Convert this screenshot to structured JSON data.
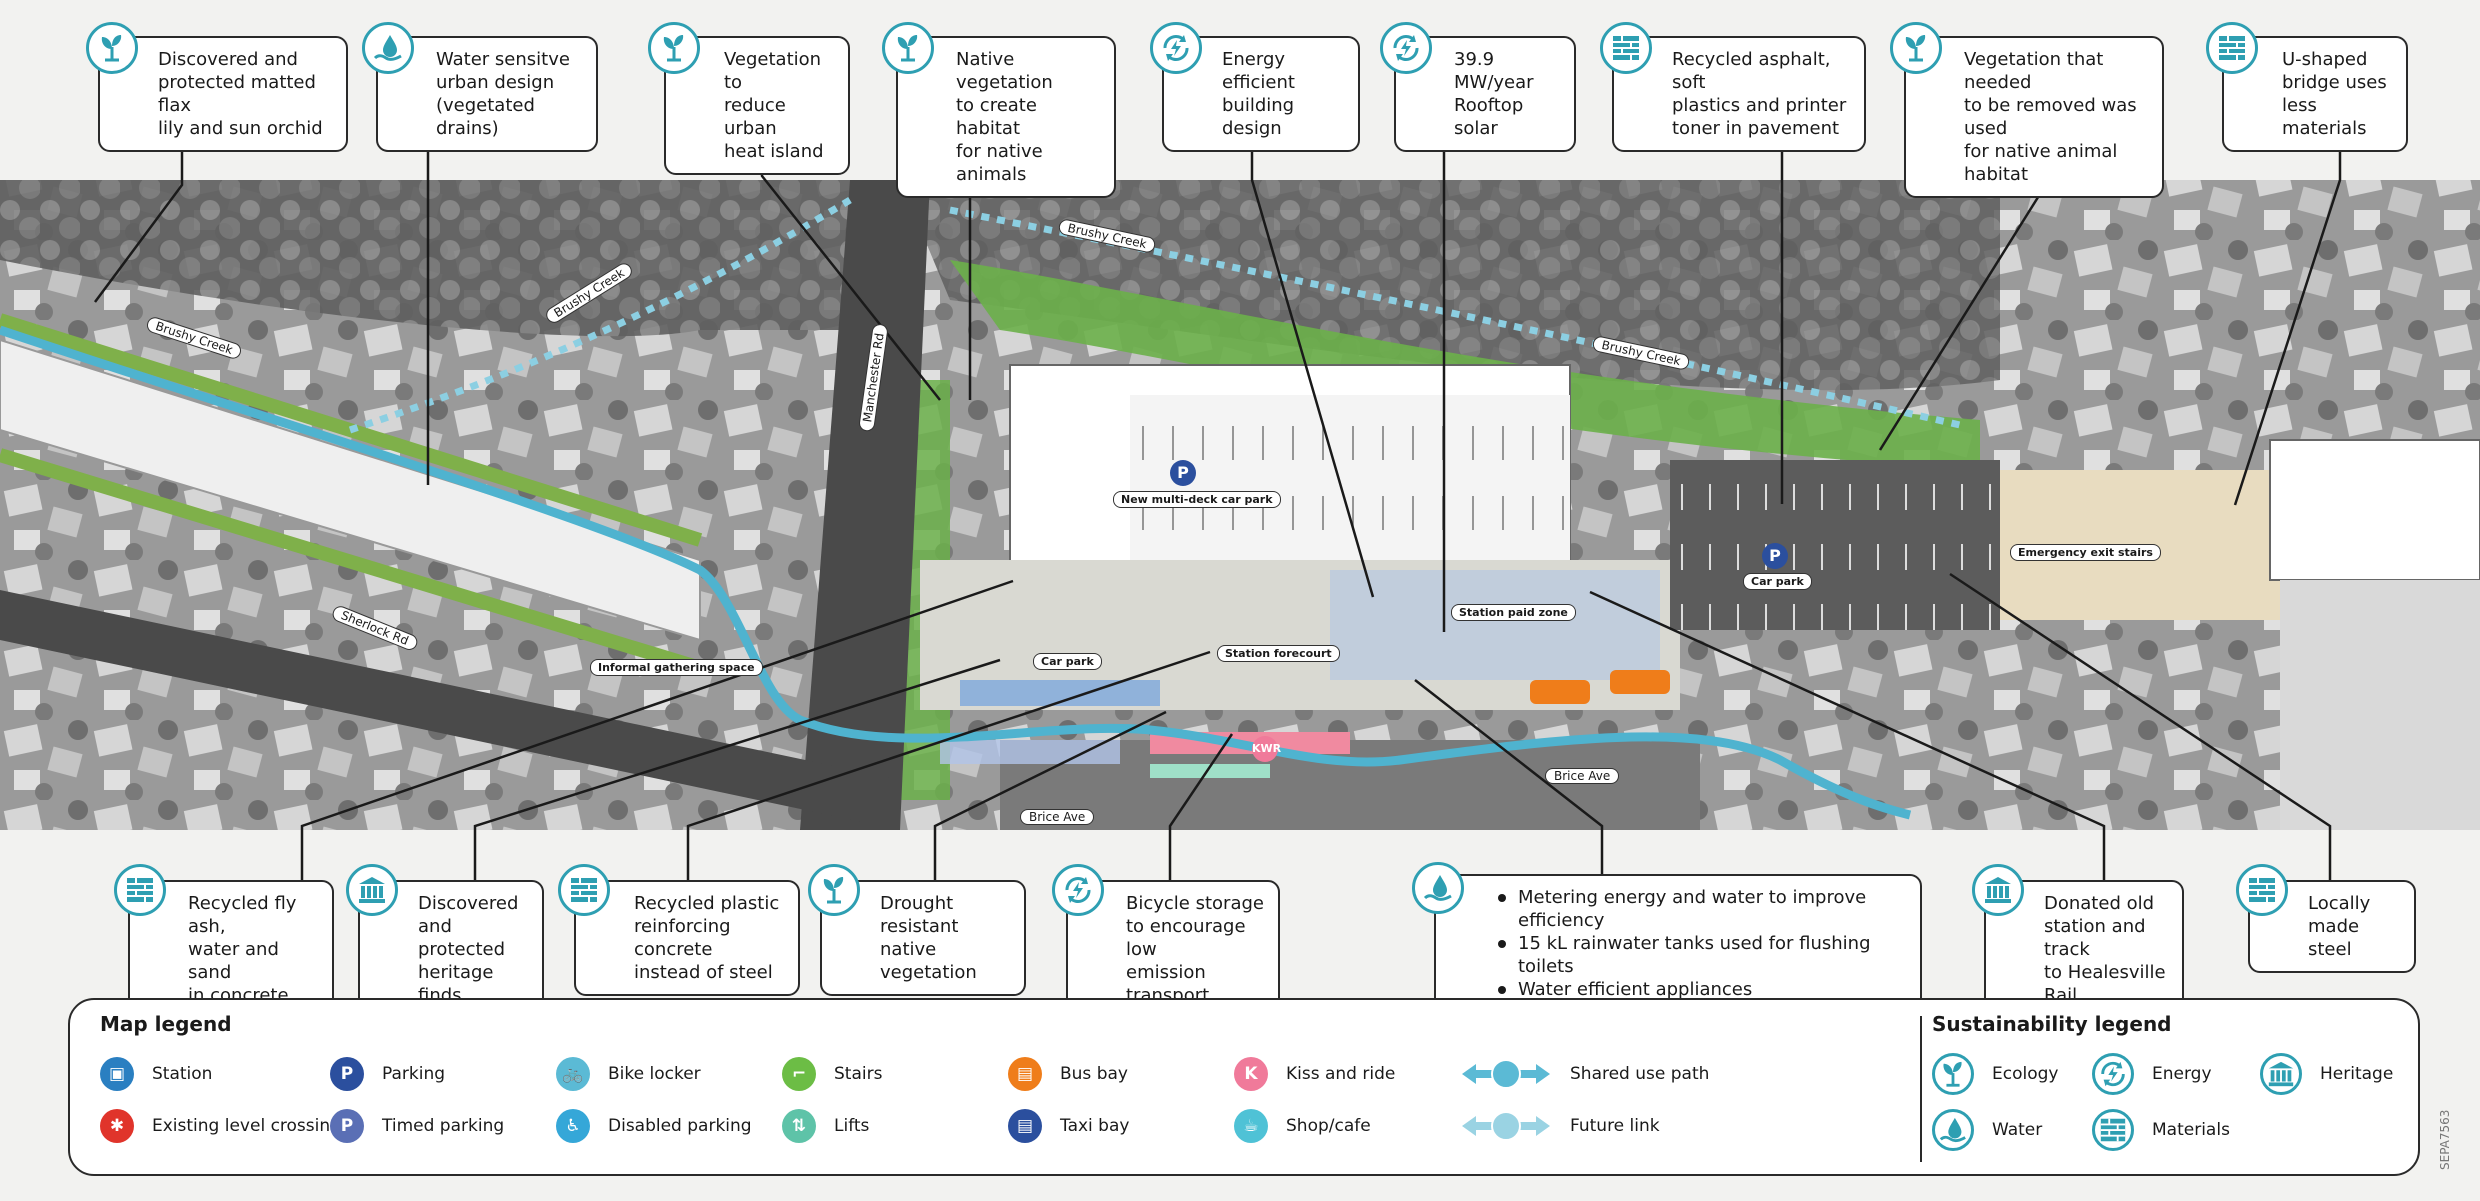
{
  "map": {
    "labels": {
      "multideck": "New multi-deck car park",
      "car_park_west": "Car park",
      "car_park_east": "Car park",
      "station_forecourt": "Station forecourt",
      "station_paid_zone": "Station paid zone",
      "informal_gathering": "Informal gathering space",
      "emergency_stairs": "Emergency exit stairs",
      "manchester_rd": "Manchester Rd",
      "sherlock_rd": "Sherlock Rd",
      "brice_ave_west": "Brice Ave",
      "brice_ave_east": "Brice Ave",
      "brushy_creek_1": "Brushy Creek",
      "brushy_creek_2": "Brushy Creek",
      "brushy_creek_3": "Brushy Creek",
      "brushy_creek_4": "Brushy Creek",
      "kiss_ride_badge": "KWR"
    }
  },
  "callouts": {
    "top": [
      {
        "text": "Discovered and\nprotected matted flax\nlily and sun orchid",
        "icon": "ecology-icon"
      },
      {
        "text": "Water sensitve\nurban design\n(vegetated drains)",
        "icon": "water-icon"
      },
      {
        "text": "Vegetation to\nreduce urban\nheat island",
        "icon": "ecology-icon"
      },
      {
        "text": "Native vegetation\nto create habitat\nfor native animals",
        "icon": "ecology-icon"
      },
      {
        "text": "Energy efficient\nbuilding design",
        "icon": "energy-icon"
      },
      {
        "text": "39.9 MW/year\nRooftop solar",
        "icon": "energy-icon"
      },
      {
        "text": "Recycled asphalt, soft\nplastics and printer\ntoner in pavement",
        "icon": "materials-icon"
      },
      {
        "text": "Vegetation that needed\nto be removed was used\nfor native animal habitat",
        "icon": "ecology-icon"
      },
      {
        "text": "U-shaped\nbridge uses\nless materials",
        "icon": "materials-icon"
      }
    ],
    "bottom": [
      {
        "text": "Recycled fly ash,\nwater and sand\nin concrete",
        "icon": "materials-icon"
      },
      {
        "text": "Discovered\nand protected\nheritage finds",
        "icon": "heritage-icon"
      },
      {
        "text": "Recycled plastic\nreinforcing concrete\ninstead of steel",
        "icon": "materials-icon"
      },
      {
        "text": "Drought\nresistant native\nvegetation",
        "icon": "ecology-icon"
      },
      {
        "text": "Bicycle storage\nto encourage low\nemission transport",
        "icon": "energy-icon"
      },
      {
        "list": [
          "Metering energy and water to improve efficiency",
          "15 kL rainwater tanks used for flushing toilets",
          "Water efficient appliances"
        ],
        "icon": "water-icon"
      },
      {
        "text": "Donated old\nstation and track\nto Healesville Rail",
        "icon": "heritage-icon"
      },
      {
        "text": "Locally\nmade steel",
        "icon": "materials-icon"
      }
    ]
  },
  "legend": {
    "map_title": "Map legend",
    "sustainability_title": "Sustainability legend",
    "map_items": [
      {
        "label": "Station",
        "icon": "station-icon",
        "color": "#2a7fc1",
        "glyph": "▣"
      },
      {
        "label": "Existing level crossing",
        "icon": "level-crossing-icon",
        "color": "#e0342b",
        "glyph": "✱"
      },
      {
        "label": "Parking",
        "icon": "parking-icon",
        "color": "#2b4f9e",
        "glyph": "P"
      },
      {
        "label": "Timed parking",
        "icon": "timed-parking-icon",
        "color": "#5a6fb5",
        "glyph": "P"
      },
      {
        "label": "Bike locker",
        "icon": "bike-locker-icon",
        "color": "#5bbad5",
        "glyph": "🚲"
      },
      {
        "label": "Disabled parking",
        "icon": "disabled-parking-icon",
        "color": "#35a7d8",
        "glyph": "♿"
      },
      {
        "label": "Stairs",
        "icon": "stairs-icon",
        "color": "#6cbd45",
        "glyph": "⌐"
      },
      {
        "label": "Lifts",
        "icon": "lifts-icon",
        "color": "#5ec3a8",
        "glyph": "⇅"
      },
      {
        "label": "Bus bay",
        "icon": "bus-bay-icon",
        "color": "#ef7d1a",
        "glyph": "▤"
      },
      {
        "label": "Taxi bay",
        "icon": "taxi-bay-icon",
        "color": "#2b4f9e",
        "glyph": "▤"
      },
      {
        "label": "Kiss and ride",
        "icon": "kiss-and-ride-icon",
        "color": "#f07a9a",
        "glyph": "K"
      },
      {
        "label": "Shop/cafe",
        "icon": "shop-cafe-icon",
        "color": "#4fc2d6",
        "glyph": "☕"
      },
      {
        "label": "Shared use path",
        "icon": "shared-use-path-icon",
        "color": "#5bbad5",
        "glyph": ""
      },
      {
        "label": "Future link",
        "icon": "future-link-icon",
        "color": "#9ad3e3",
        "glyph": ""
      }
    ],
    "sustainability_items": [
      {
        "label": "Ecology",
        "icon": "ecology-icon"
      },
      {
        "label": "Energy",
        "icon": "energy-icon"
      },
      {
        "label": "Heritage",
        "icon": "heritage-icon"
      },
      {
        "label": "Water",
        "icon": "water-icon"
      },
      {
        "label": "Materials",
        "icon": "materials-icon"
      }
    ]
  },
  "footer": {
    "code": "SEPA7563"
  },
  "colors": {
    "accent": "#2e9fb2",
    "path": "#4fb3cf",
    "vegetation": "#6bb04a",
    "outline": "#2a2a2a"
  }
}
